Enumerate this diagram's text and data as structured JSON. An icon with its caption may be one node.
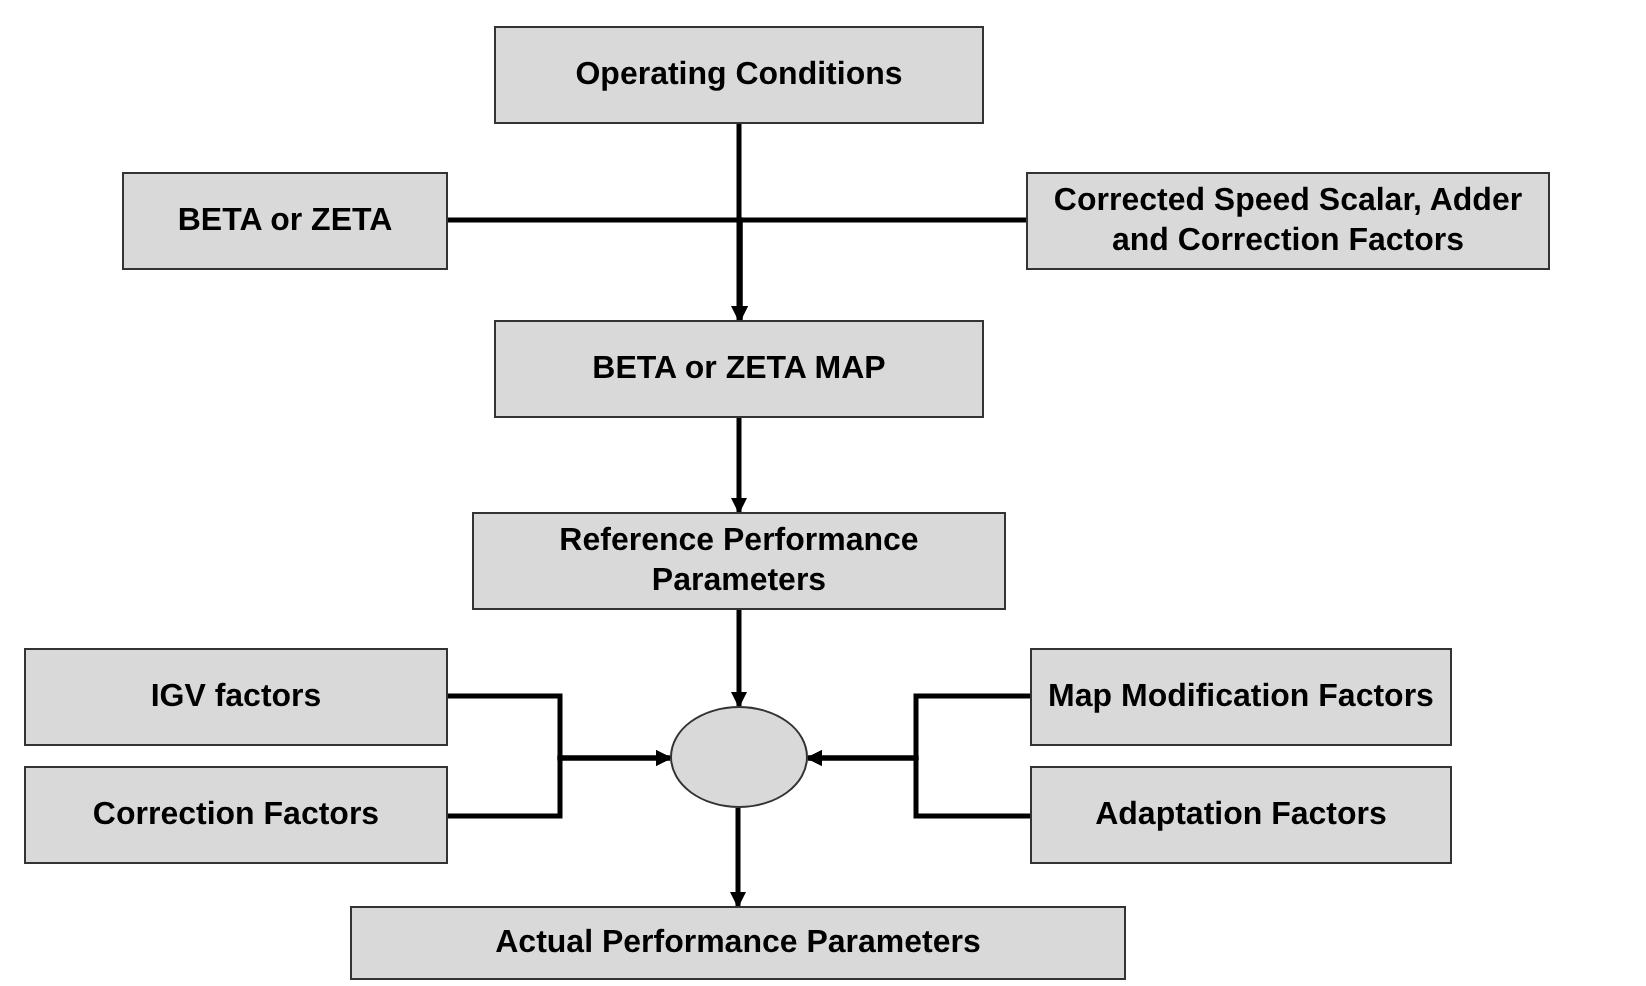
{
  "diagram": {
    "nodes": [
      {
        "text": [
          "Operating Conditions"
        ]
      },
      {
        "text": [
          "BETA or ZETA"
        ]
      },
      {
        "text": [
          "Corrected Speed Scalar, Adder and Correction Factors"
        ]
      },
      {
        "text": [
          "BETA or ZETA MAP"
        ]
      },
      {
        "text": [
          "Reference Performance Parameters"
        ]
      },
      {
        "text": [
          "IGV factors"
        ]
      },
      {
        "text": [
          "Correction Factors"
        ]
      },
      {
        "text": [],
        "shape": "ellipse"
      },
      {
        "text": [
          "Map Modification Factors"
        ]
      },
      {
        "text": [
          "Adaptation Factors"
        ]
      },
      {
        "text": [
          "Actual Performance Parameters"
        ]
      }
    ],
    "edges": [
      {
        "from": 0,
        "to": 3,
        "arrow": "to"
      },
      {
        "from": 1,
        "to": 3,
        "arrow": "to"
      },
      {
        "from": 2,
        "to": 3,
        "arrow": "to"
      },
      {
        "from": 3,
        "to": 4,
        "arrow": "to"
      },
      {
        "from": 4,
        "to": 7,
        "arrow": "to"
      },
      {
        "from": 5,
        "to": 7,
        "arrow": "to"
      },
      {
        "from": 6,
        "to": 7,
        "arrow": "to"
      },
      {
        "from": 8,
        "to": 7,
        "arrow": "to"
      },
      {
        "from": 9,
        "to": 7,
        "arrow": "to"
      },
      {
        "from": 7,
        "to": 10,
        "arrow": "to"
      }
    ]
  }
}
